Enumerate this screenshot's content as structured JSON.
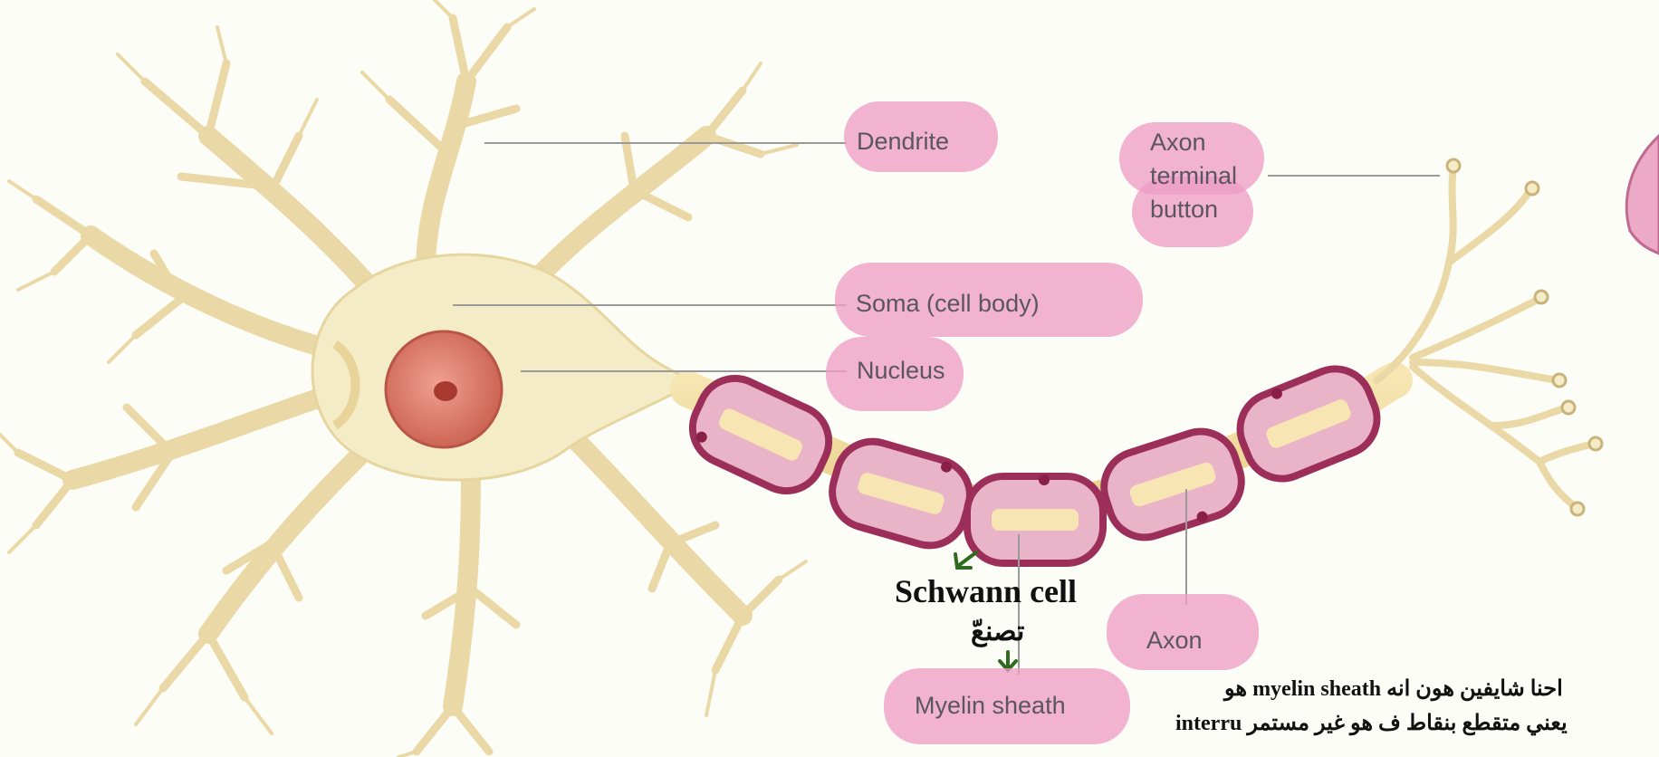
{
  "labels": {
    "dendrite": "Dendrite",
    "axon_terminal_line1": "Axon",
    "axon_terminal_line2": "terminal",
    "axon_terminal_line3": "button",
    "soma": "Soma (cell body)",
    "nucleus": "Nucleus",
    "axon": "Axon",
    "myelin_sheath": "Myelin sheath"
  },
  "notes": {
    "schwann_cell": "Schwann cell",
    "schwann_arabic": "تصنعّ",
    "myelin_note_line1": "احنا شايفين هون انه myelin sheath هو",
    "myelin_note_line2": "interru يعني متقطع بنقاط ف هو غير مستمر"
  },
  "colors": {
    "highlight": "#ee9ec4",
    "neuron_fill": "#f4ecc6",
    "neuron_stroke": "#d9c991",
    "myelin_stroke": "#9b2f5a",
    "myelin_fill": "#eab4c8",
    "nucleus_fill": "#dc7d6e",
    "annotation_green": "#2e6b1e",
    "leader_line": "#9a9a9a"
  }
}
